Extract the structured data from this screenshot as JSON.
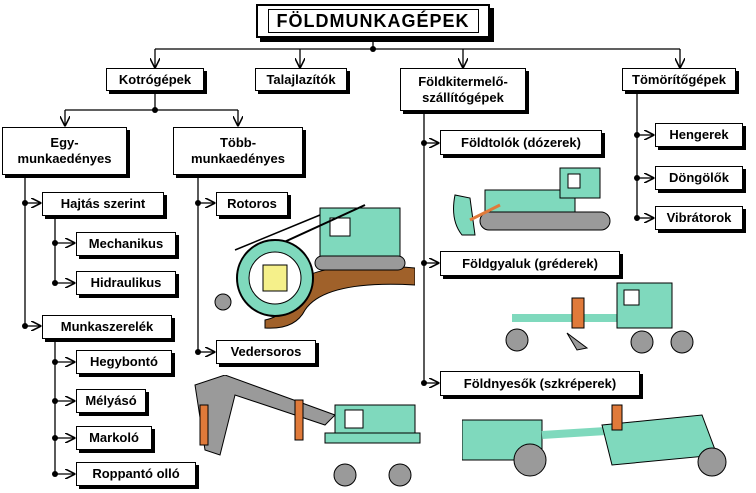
{
  "title": "FÖLDMUNKAGÉPEK",
  "categories": {
    "kotrogepek": "Kotrógépek",
    "talajlazitok": "Talajlazítók",
    "foldkitermelo": "Földkitermelő-\nszállítógépek",
    "tomoritogepek": "Tömörítőgépek"
  },
  "kotro": {
    "egy": "Egy-\nmunkaedényes",
    "tobb": "Több-\nmunkaedényes"
  },
  "egy_items": {
    "hajtas": "Hajtás szerint",
    "mechanikus": "Mechanikus",
    "hidraulikus": "Hidraulikus",
    "munkaszerelek": "Munkaszerelék",
    "hegybonto": "Hegybontó",
    "melyaso": "Mélyásó",
    "markolo": "Markoló",
    "roppanto": "Roppantó olló"
  },
  "tobb_items": {
    "rotoros": "Rotoros",
    "vedersoros": "Vedersoros"
  },
  "fold_items": {
    "doze": "Földtolók (dózerek)",
    "grader": "Földgyaluk (gréderek)",
    "scraper": "Földnyesők (szkréperek)"
  },
  "tomor_items": {
    "hengerek": "Hengerek",
    "dongolok": "Döngölők",
    "vibratorok": "Vibrátorok"
  },
  "colors": {
    "machine_body": "#7fd9bd",
    "machine_arm": "#e07a3a",
    "machine_tool": "#9a9a9a",
    "soil": "#a0612a"
  }
}
